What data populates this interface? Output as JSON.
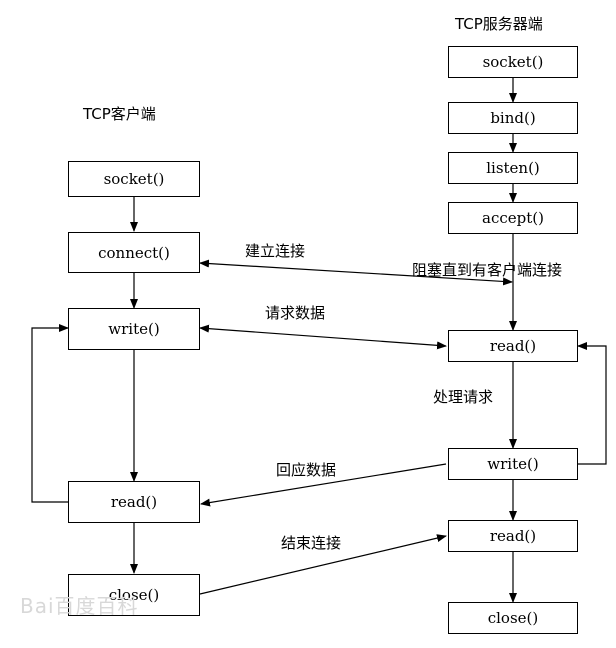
{
  "client": {
    "title": "TCP客户端",
    "socket": "socket()",
    "connect": "connect()",
    "write": "write()",
    "read": "read()",
    "close": "close()"
  },
  "server": {
    "title": "TCP服务器端",
    "socket": "socket()",
    "bind": "bind()",
    "listen": "listen()",
    "accept": "accept()",
    "read": "read()",
    "write": "write()",
    "read2": "read()",
    "close": "close()"
  },
  "labels": {
    "connect": "建立连接",
    "block": "阻塞直到有客户端连接",
    "request": "请求数据",
    "process": "处理请求",
    "respond": "回应数据",
    "end": "结束连接"
  },
  "watermark": "Bai百度百科"
}
